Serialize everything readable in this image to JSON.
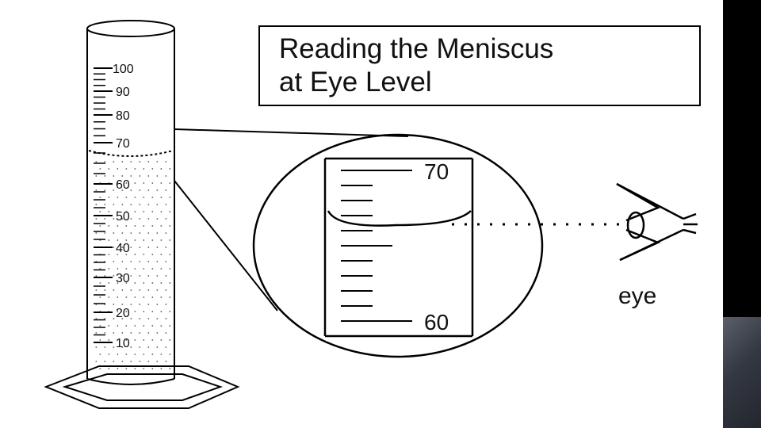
{
  "title": {
    "line1": "Reading the Meniscus",
    "line2": "at Eye Level"
  },
  "cylinder": {
    "scale_labels": [
      "100",
      "90",
      "80",
      "70",
      "60",
      "50",
      "40",
      "30",
      "20",
      "10"
    ],
    "liquid_level": 64
  },
  "magnified_view": {
    "top_label": "70",
    "bottom_label": "60"
  },
  "eye_label": "eye",
  "colors": {
    "line": "#000000",
    "right_panel_dark": "#000000",
    "right_panel_grey": "#3a3e47"
  }
}
